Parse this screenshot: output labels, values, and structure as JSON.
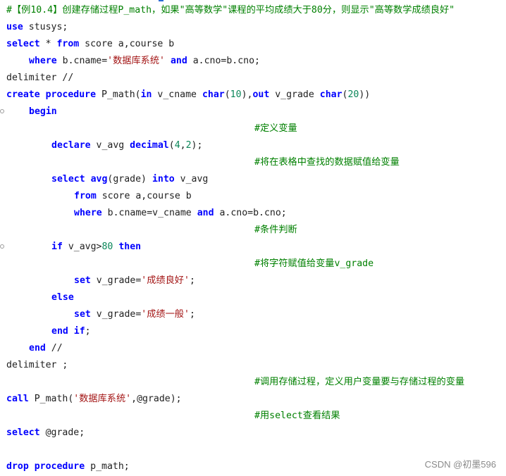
{
  "code": {
    "comment_title": "#【例10.4】创建存储过程P_math，如果\"高等数学\"课程的平均成绩大于80分，则显示\"高等数学成绩良好\"",
    "l_use": "use",
    "l_use_db": " stusys;",
    "l_select": "select",
    "l_select_star": " * ",
    "l_from": "from",
    "l_from_tables": " score a,course b",
    "l_where": "where",
    "l_where_cond": " b.cname=",
    "l_where_str": "'数据库系统'",
    "l_and": "and",
    "l_and_cond": " a.cno=b.cno;",
    "l_delimiter_open": "delimiter //",
    "l_create": "create",
    "l_procedure": "procedure",
    "l_proc_name": " P_math(",
    "l_in": "in",
    "l_param1": " v_cname ",
    "l_char1": "char",
    "l_char1_len": "10",
    "l_paren_close1": "),",
    "l_out": "out",
    "l_param2": " v_grade ",
    "l_char2": "char",
    "l_char2_len": "20",
    "l_paren_close2": "))",
    "l_begin": "begin",
    "c_define_var": "#定义变量",
    "l_declare": "declare",
    "l_declare_var": " v_avg ",
    "l_decimal": "decimal",
    "l_decimal_a": "4",
    "l_decimal_b": "2",
    "c_assign": "#将在表格中查找的数据赋值给变量",
    "l_sel2": "select",
    "l_avg": "avg",
    "l_avg_arg": "(grade) ",
    "l_into": "into",
    "l_into_var": " v_avg",
    "l_from2": "from",
    "l_from2_tables": " score a,course b",
    "l_where2": "where",
    "l_where2_cond": " b.cname=v_cname ",
    "l_and2": "and",
    "l_and2_cond": " a.cno=b.cno;",
    "c_condition": "#条件判断",
    "l_if": "if",
    "l_if_cond": " v_avg>",
    "l_if_num": "80",
    "l_then": "then",
    "c_assign_str": "#将字符赋值给变量v_grade",
    "l_set1": "set",
    "l_set1_var": " v_grade=",
    "l_set1_str": "'成绩良好'",
    "l_else": "else",
    "l_set2": "set",
    "l_set2_var": " v_grade=",
    "l_set2_str": "'成绩一般'",
    "l_end_if": "end if",
    "l_end": "end",
    "l_end_rest": " //",
    "l_delimiter_close": "delimiter ;",
    "c_call": "#调用存储过程，定义用户变量要与存储过程的变量",
    "l_call": "call",
    "l_call_fn": " P_math(",
    "l_call_str": "'数据库系统'",
    "l_call_rest": ",@grade);",
    "c_view": "#用select查看结果",
    "l_sel3": "select",
    "l_sel3_rest": " @grade;",
    "l_drop": "drop",
    "l_drop_proc": "procedure",
    "l_drop_name": " p_math;"
  },
  "watermark": "CSDN @初墨596",
  "colors": {
    "keyword": "#0000ff",
    "string": "#a31515",
    "number": "#098658",
    "comment": "#008000",
    "text": "#1f1f1f"
  }
}
